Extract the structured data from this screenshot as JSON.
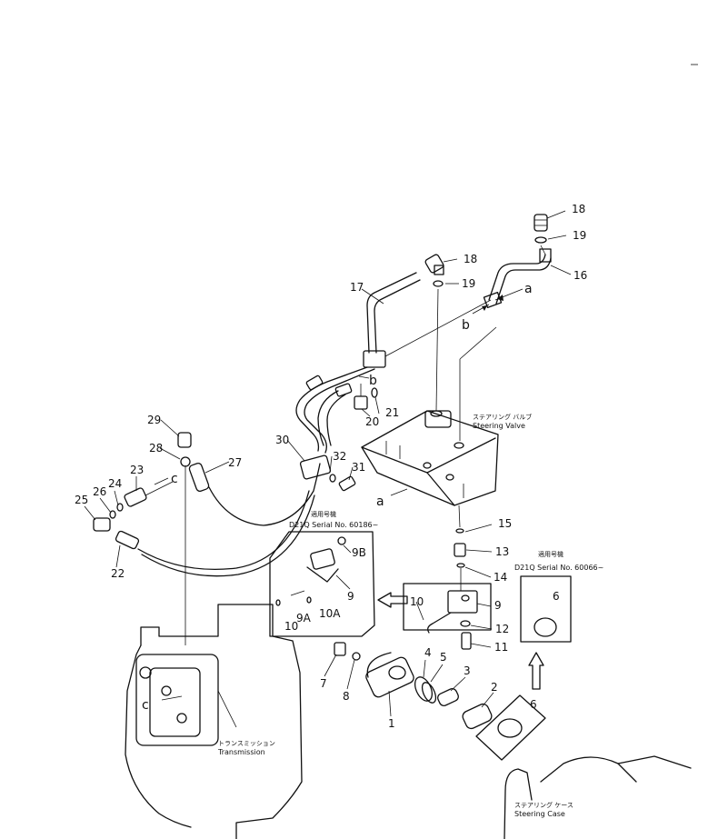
{
  "callouts": [
    "1",
    "2",
    "3",
    "4",
    "5",
    "6",
    "6",
    "7",
    "8",
    "9",
    "9",
    "9A",
    "9B",
    "10",
    "10",
    "10A",
    "11",
    "12",
    "13",
    "14",
    "15",
    "16",
    "17",
    "18",
    "18",
    "19",
    "19",
    "20",
    "21",
    "22",
    "23",
    "24",
    "25",
    "26",
    "27",
    "28",
    "29",
    "30",
    "31",
    "32"
  ],
  "view_letters": [
    "a",
    "a",
    "b",
    "b",
    "c",
    "c"
  ],
  "labels": {
    "steering_valve_jp": "ステアリング バルブ",
    "steering_valve_en": "Steering Valve",
    "transmission_jp": "トランスミッション",
    "transmission_en": "Transmission",
    "steering_case_jp": "ステアリング ケース",
    "steering_case_en": "Steering Case"
  },
  "serial_notes": {
    "left_jp": "適用号機",
    "left_en": "D21Q  Serial  No.  60186~",
    "right_jp": "適用号機",
    "right_en": "D21Q  Serial  No.  60066~"
  }
}
